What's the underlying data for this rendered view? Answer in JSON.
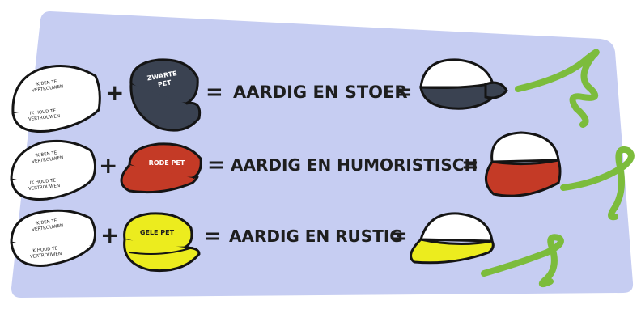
{
  "colors": {
    "board": "#c6cdf2",
    "outline": "#141414",
    "white_cap": "#ffffff",
    "black_cap": "#3a4251",
    "red_cap": "#c43a26",
    "yellow_cap": "#ecec1e",
    "ribbon": "#7cbc3c"
  },
  "rows": [
    {
      "left_cap_text": [
        "IK BEN TE",
        "VERTROUWEN"
      ],
      "left_cap_brim_text": [
        "IK HOUD TE",
        "VERTROUWEN"
      ],
      "colored_cap_label": [
        "ZWARTE",
        "PET"
      ],
      "colored_cap_name": "black-cap",
      "description": "AARDIG EN STOER"
    },
    {
      "left_cap_text": [
        "IK BEN TE",
        "VERTROUWEN"
      ],
      "left_cap_brim_text": [
        "IK HOUD TE",
        "VERTROUWEN"
      ],
      "colored_cap_label": [
        "RODE PET"
      ],
      "colored_cap_name": "red-cap",
      "description": "AARDIG EN HUMORISTISCH"
    },
    {
      "left_cap_text": [
        "IK BEN TE",
        "VERTROUWEN"
      ],
      "left_cap_brim_text": [
        "IK HOUD TE",
        "VERTROUWEN"
      ],
      "colored_cap_label": [
        "GELE PET"
      ],
      "colored_cap_name": "yellow-cap",
      "description": "AARDIG EN RUSTIG"
    }
  ],
  "symbols": {
    "plus": "+",
    "equals": "="
  }
}
